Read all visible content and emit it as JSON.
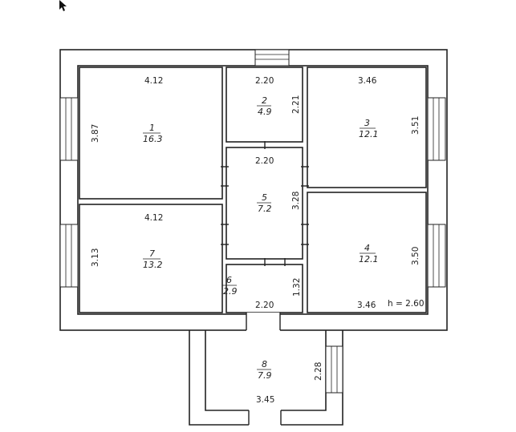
{
  "rooms": [
    {
      "number": "1",
      "area": "16.3",
      "width": "4.12",
      "height": "3.87"
    },
    {
      "number": "2",
      "area": "4.9",
      "width": "2.20",
      "height": "2.21"
    },
    {
      "number": "3",
      "area": "12.1",
      "width": "3.46",
      "height": "3.51"
    },
    {
      "number": "4",
      "area": "12.1",
      "width": "3.46",
      "height": "3.50"
    },
    {
      "number": "5",
      "area": "7.2",
      "width": "2.20",
      "height": "3.28"
    },
    {
      "number": "6",
      "area": "2.9",
      "width": "2.20",
      "height": "1.32"
    },
    {
      "number": "7",
      "area": "13.2",
      "width": "4.12",
      "height": "3.13"
    },
    {
      "number": "8",
      "area": "7.9",
      "width": "3.45",
      "height": "2.28"
    }
  ],
  "ceiling_height": "h = 2.60"
}
